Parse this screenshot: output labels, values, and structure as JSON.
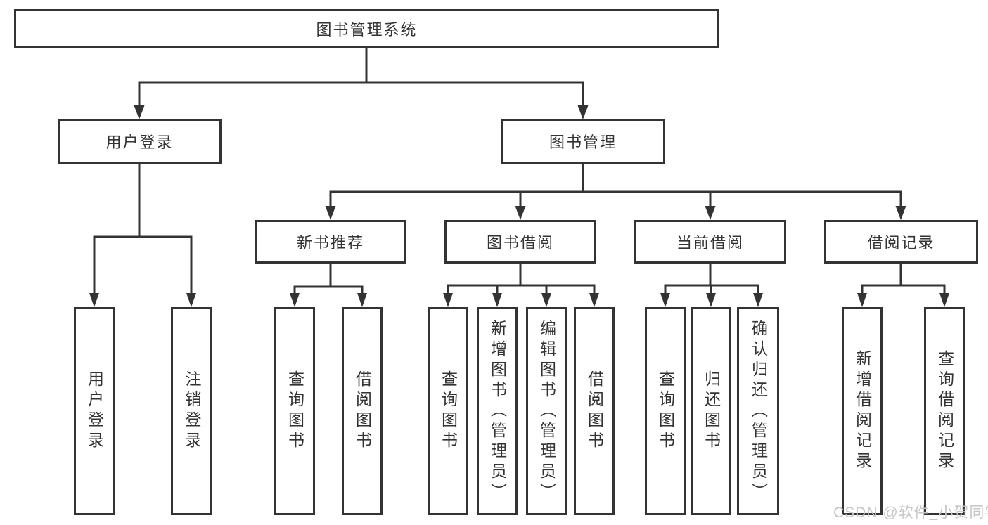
{
  "diagram": {
    "type": "tree",
    "line_color": "#333333",
    "box_background": "#ffffff",
    "text_color": "#333333",
    "watermark_color": "#c6c6c6",
    "tree": {
      "label": "图书管理系统",
      "children": [
        {
          "label": "用户登录",
          "children": [
            {
              "label": "用户登录"
            },
            {
              "label": "注销登录"
            }
          ]
        },
        {
          "label": "图书管理",
          "children": [
            {
              "label": "新书推荐",
              "children": [
                {
                  "label": "查询图书"
                },
                {
                  "label": "借阅图书"
                }
              ]
            },
            {
              "label": "图书借阅",
              "children": [
                {
                  "label": "查询图书"
                },
                {
                  "label": "新增图书（管理员）"
                },
                {
                  "label": "编辑图书（管理员）"
                },
                {
                  "label": "借阅图书"
                }
              ]
            },
            {
              "label": "当前借阅",
              "children": [
                {
                  "label": "查询图书"
                },
                {
                  "label": "归还图书"
                },
                {
                  "label": "确认归还（管理员）"
                }
              ]
            },
            {
              "label": "借阅记录",
              "children": [
                {
                  "label": "新增借阅记录"
                },
                {
                  "label": "查询借阅记录"
                }
              ]
            }
          ]
        }
      ]
    },
    "watermark": "CSDN @软件_小贺同学"
  }
}
